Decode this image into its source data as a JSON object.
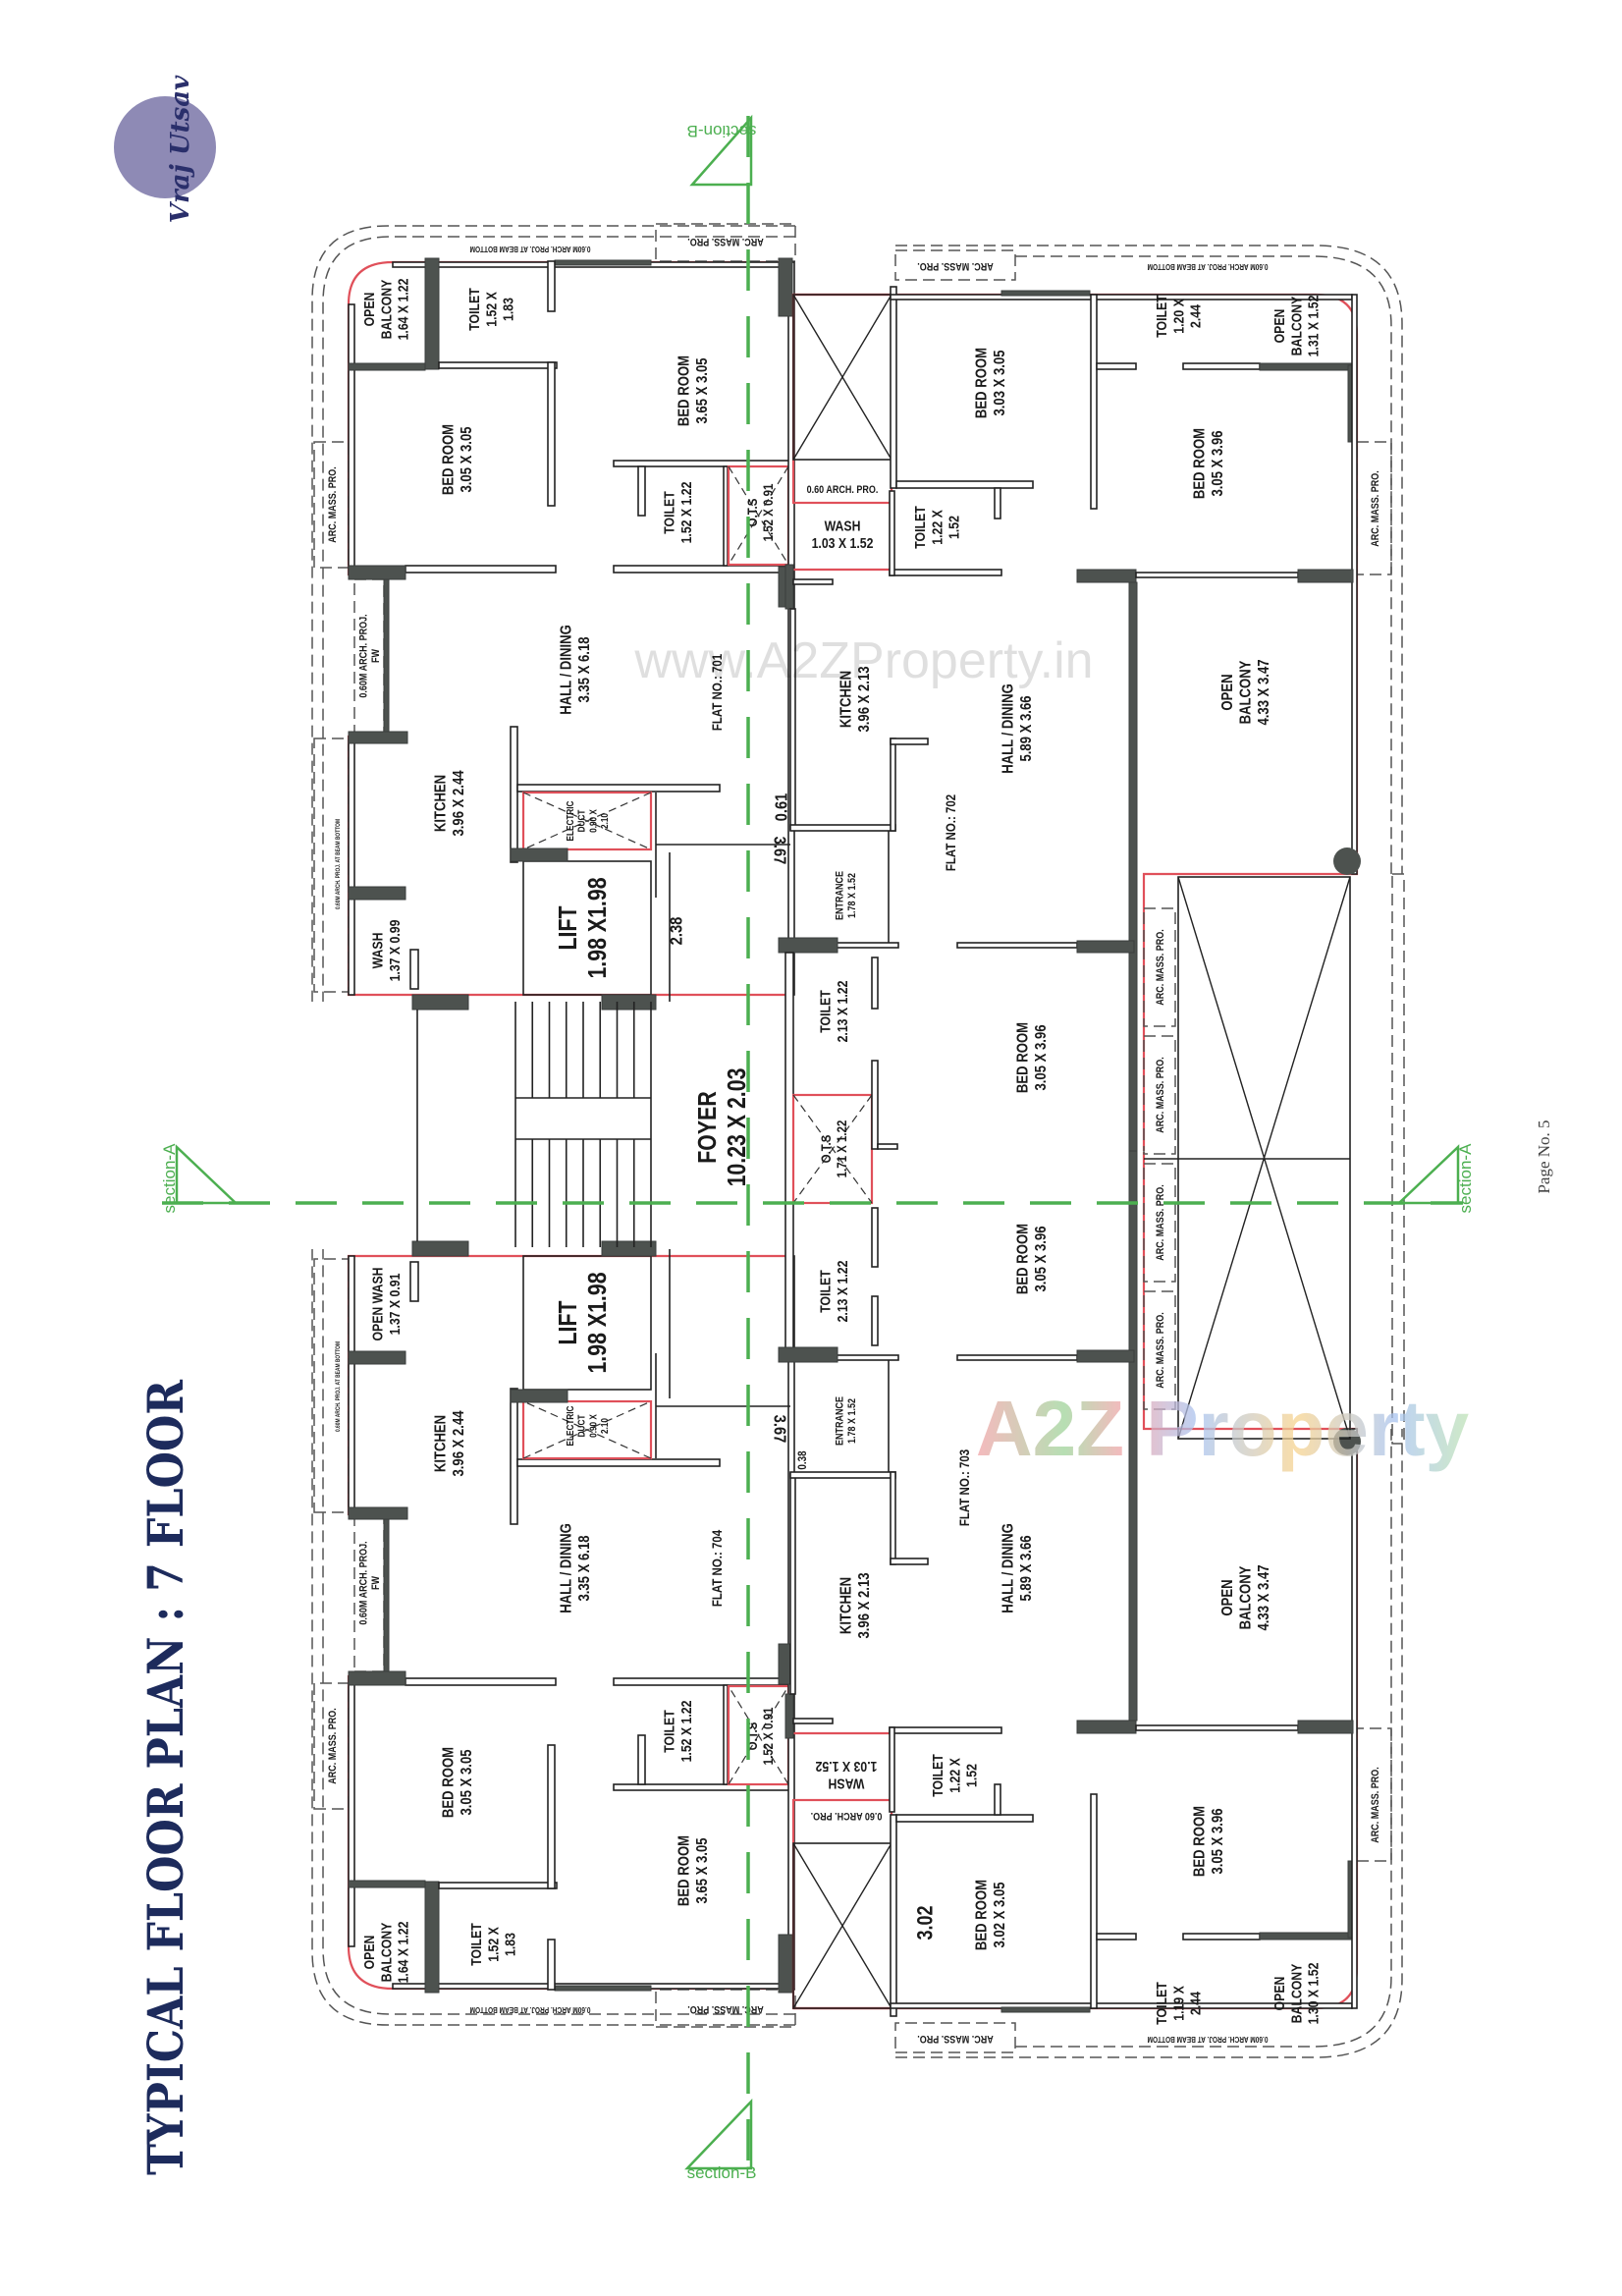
{
  "title": "TYPICAL FLOOR PLAN : 7 FLOOR",
  "logo_text": "Vraj Utsav",
  "page_number": "Page No. 5",
  "watermarks": {
    "url": "www.A2ZProperty.in",
    "brand": "A2Z Property"
  },
  "colors": {
    "title": "#1d2b5c",
    "outline_red": "#e0505a",
    "section_green": "#4caf50",
    "logo_purple": "#8e8ab5",
    "column_grey": "#4d524f"
  },
  "sections": {
    "a_left": "section-A",
    "a_right": "section-A",
    "b_top": "section-B",
    "b_bottom": "section-B"
  },
  "annotations": {
    "beam_proj": "0.60M ARCH. PROJ. AT BEAM BOTTOM",
    "arc_mass": "ARC. MASS. PRO."
  },
  "core": {
    "foyer": [
      "FOYER",
      "10.23 X 2.03"
    ],
    "lift_upper": [
      "LIFT",
      "1.98 X1.98"
    ],
    "lift_lower": [
      "LIFT",
      "1.98 X1.98"
    ],
    "ots": [
      "O.T.S",
      "1.71 X 1.22"
    ],
    "dim_061": "0.61",
    "dim_367_upper": "3.67",
    "dim_367_lower": "3.67",
    "dim_238": "2.38",
    "dim_038": "0.38"
  },
  "flat_701": {
    "flat_no": "FLAT NO.: 701",
    "open_balcony": [
      "OPEN",
      "BALCONY",
      "1.64 X 1.22"
    ],
    "toilet_a": [
      "TOILET",
      "1.52 X",
      "1.83"
    ],
    "bedroom_a": [
      "BED ROOM",
      "3.05 X 3.05"
    ],
    "bedroom_b": [
      "BED ROOM",
      "3.65 X 3.05"
    ],
    "toilet_b": [
      "TOILET",
      "1.52 X 1.22"
    ],
    "ots": [
      "O.T.S",
      "1.52 X 0.91"
    ],
    "hall": [
      "HALL / DINING",
      "3.35 X 6.18"
    ],
    "kitchen": [
      "KITCHEN",
      "3.96 X 2.44"
    ],
    "electric_duct": [
      "ELECTRIC",
      "DUCT",
      "0.90 X",
      "2.10"
    ],
    "wash": [
      "WASH",
      "1.37 X 0.99"
    ],
    "arch_proj": [
      "0.60M ARCH. PROJ.",
      "FW"
    ]
  },
  "flat_702": {
    "flat_no": "FLAT NO.: 702",
    "bedroom_a": [
      "BED ROOM",
      "3.03 X 3.05"
    ],
    "toilet_a": [
      "TOILET",
      "1.20 X",
      "2.44"
    ],
    "open_balcony": [
      "OPEN",
      "BALCONY",
      "1.31 X 1.52"
    ],
    "bedroom_b": [
      "BED ROOM",
      "3.05 X 3.96"
    ],
    "arch_pro": "0.60 ARCH. PRO.",
    "wash": [
      "WASH",
      "1.03 X 1.52"
    ],
    "toilet_b": [
      "TOILET",
      "1.22 X",
      "1.52"
    ],
    "kitchen": [
      "KITCHEN",
      "3.96 X 2.13"
    ],
    "hall": [
      "HALL / DINING",
      "5.89 X 3.66"
    ],
    "entrance": [
      "ENTRANCE",
      "1.78 X 1.52"
    ],
    "open_balcony_large": [
      "OPEN",
      "BALCONY",
      "4.33 X 3.47"
    ],
    "toilet_c": [
      "TOILET",
      "2.13 X 1.22"
    ],
    "bedroom_c": [
      "BED ROOM",
      "3.05 X 3.96"
    ]
  },
  "flat_703": {
    "flat_no": "FLAT NO.: 703",
    "toilet_c": [
      "TOILET",
      "2.13 X 1.22"
    ],
    "bedroom_c": [
      "BED ROOM",
      "3.05 X 3.96"
    ],
    "entrance": [
      "ENTRANCE",
      "1.78 X 1.52"
    ],
    "hall": [
      "HALL / DINING",
      "5.89 X 3.66"
    ],
    "kitchen": [
      "KITCHEN",
      "3.96 X 2.13"
    ],
    "open_balcony_large": [
      "OPEN",
      "BALCONY",
      "4.33 X 3.47"
    ],
    "wash": [
      "WASH",
      "1.03 X 1.52"
    ],
    "arch_pro": "0.60 ARCH. PRO.",
    "toilet_b": [
      "TOILET",
      "1.22 X",
      "1.52"
    ],
    "bedroom_a": [
      "BED ROOM",
      "3.02 X 3.05"
    ],
    "dim_302": "3.02",
    "bedroom_b": [
      "BED ROOM",
      "3.05 X 3.96"
    ],
    "toilet_a": [
      "TOILET",
      "1.19 X",
      "2.44"
    ],
    "open_balcony": [
      "OPEN",
      "BALCONY",
      "1.30 X 1.52"
    ]
  },
  "flat_704": {
    "flat_no": "FLAT NO.: 704",
    "open_wash": [
      "OPEN WASH",
      "1.37 X 0.91"
    ],
    "kitchen": [
      "KITCHEN",
      "3.96 X 2.44"
    ],
    "electric_duct": [
      "ELECTRIC",
      "DUCT",
      "0.90 X",
      "2.10"
    ],
    "arch_proj": [
      "0.60M ARCH. PROJ.",
      "FW"
    ],
    "hall": [
      "HALL / DINING",
      "3.35 X 6.18"
    ],
    "bedroom_a": [
      "BED ROOM",
      "3.05 X 3.05"
    ],
    "toilet_b": [
      "TOILET",
      "1.52 X 1.22"
    ],
    "ots": [
      "O.T.S",
      "1.52 X 0.91"
    ],
    "bedroom_b": [
      "BED ROOM",
      "3.65 X 3.05"
    ],
    "open_balcony": [
      "OPEN",
      "BALCONY",
      "1.64 X 1.22"
    ],
    "toilet_a": [
      "TOILET",
      "1.52 X",
      "1.83"
    ]
  }
}
